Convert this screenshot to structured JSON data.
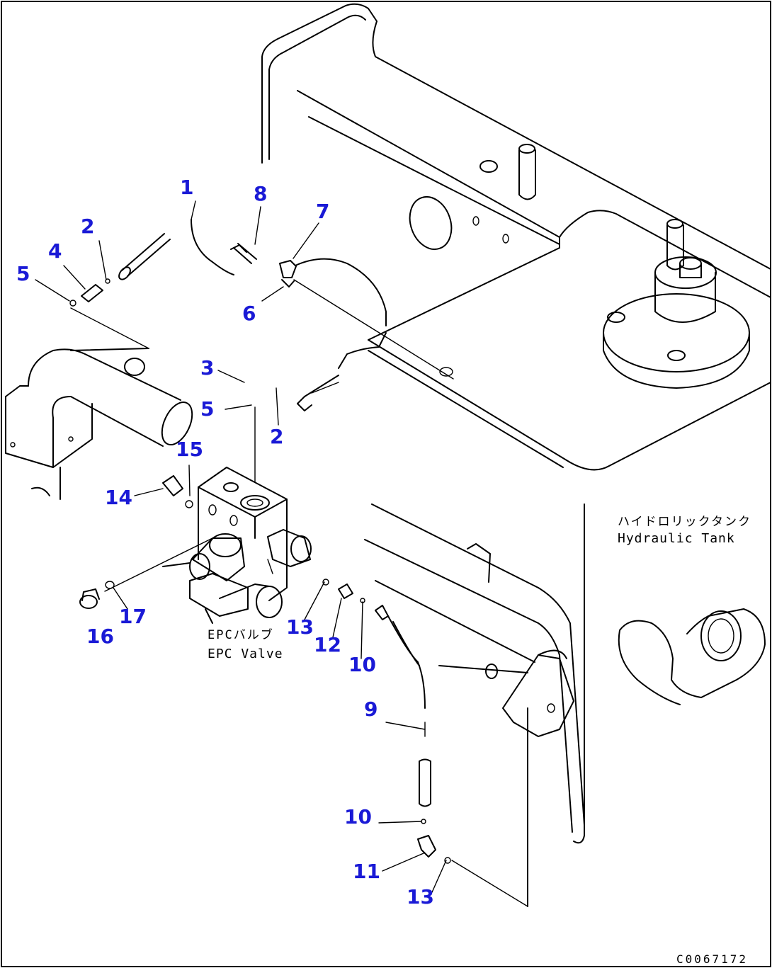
{
  "diagram": {
    "callouts": [
      {
        "id": "c1",
        "text": "1"
      },
      {
        "id": "c8",
        "text": "8"
      },
      {
        "id": "c7",
        "text": "7"
      },
      {
        "id": "c2a",
        "text": "2"
      },
      {
        "id": "c4",
        "text": "4"
      },
      {
        "id": "c5a",
        "text": "5"
      },
      {
        "id": "c6",
        "text": "6"
      },
      {
        "id": "c3",
        "text": "3"
      },
      {
        "id": "c5b",
        "text": "5"
      },
      {
        "id": "c2b",
        "text": "2"
      },
      {
        "id": "c15",
        "text": "15"
      },
      {
        "id": "c14",
        "text": "14"
      },
      {
        "id": "c17",
        "text": "17"
      },
      {
        "id": "c16",
        "text": "16"
      },
      {
        "id": "c13a",
        "text": "13"
      },
      {
        "id": "c12",
        "text": "12"
      },
      {
        "id": "c10a",
        "text": "10"
      },
      {
        "id": "c9",
        "text": "9"
      },
      {
        "id": "c10b",
        "text": "10"
      },
      {
        "id": "c11",
        "text": "11"
      },
      {
        "id": "c13b",
        "text": "13"
      }
    ],
    "labels": {
      "epc_jp": "EPCバルブ",
      "epc_en": "EPC Valve",
      "tank_jp": "ハイドロリックタンク",
      "tank_en": "Hydraulic Tank"
    },
    "figure_code": "C0067172",
    "callout_color": "#1a1ad6"
  }
}
